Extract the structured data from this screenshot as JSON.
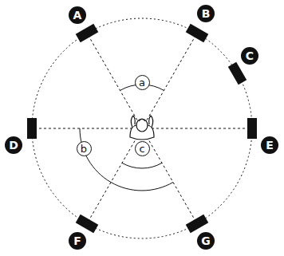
{
  "diagram": {
    "labels": [
      "A",
      "B",
      "C",
      "D",
      "E",
      "F",
      "G",
      "a",
      "b",
      "c"
    ]
  }
}
